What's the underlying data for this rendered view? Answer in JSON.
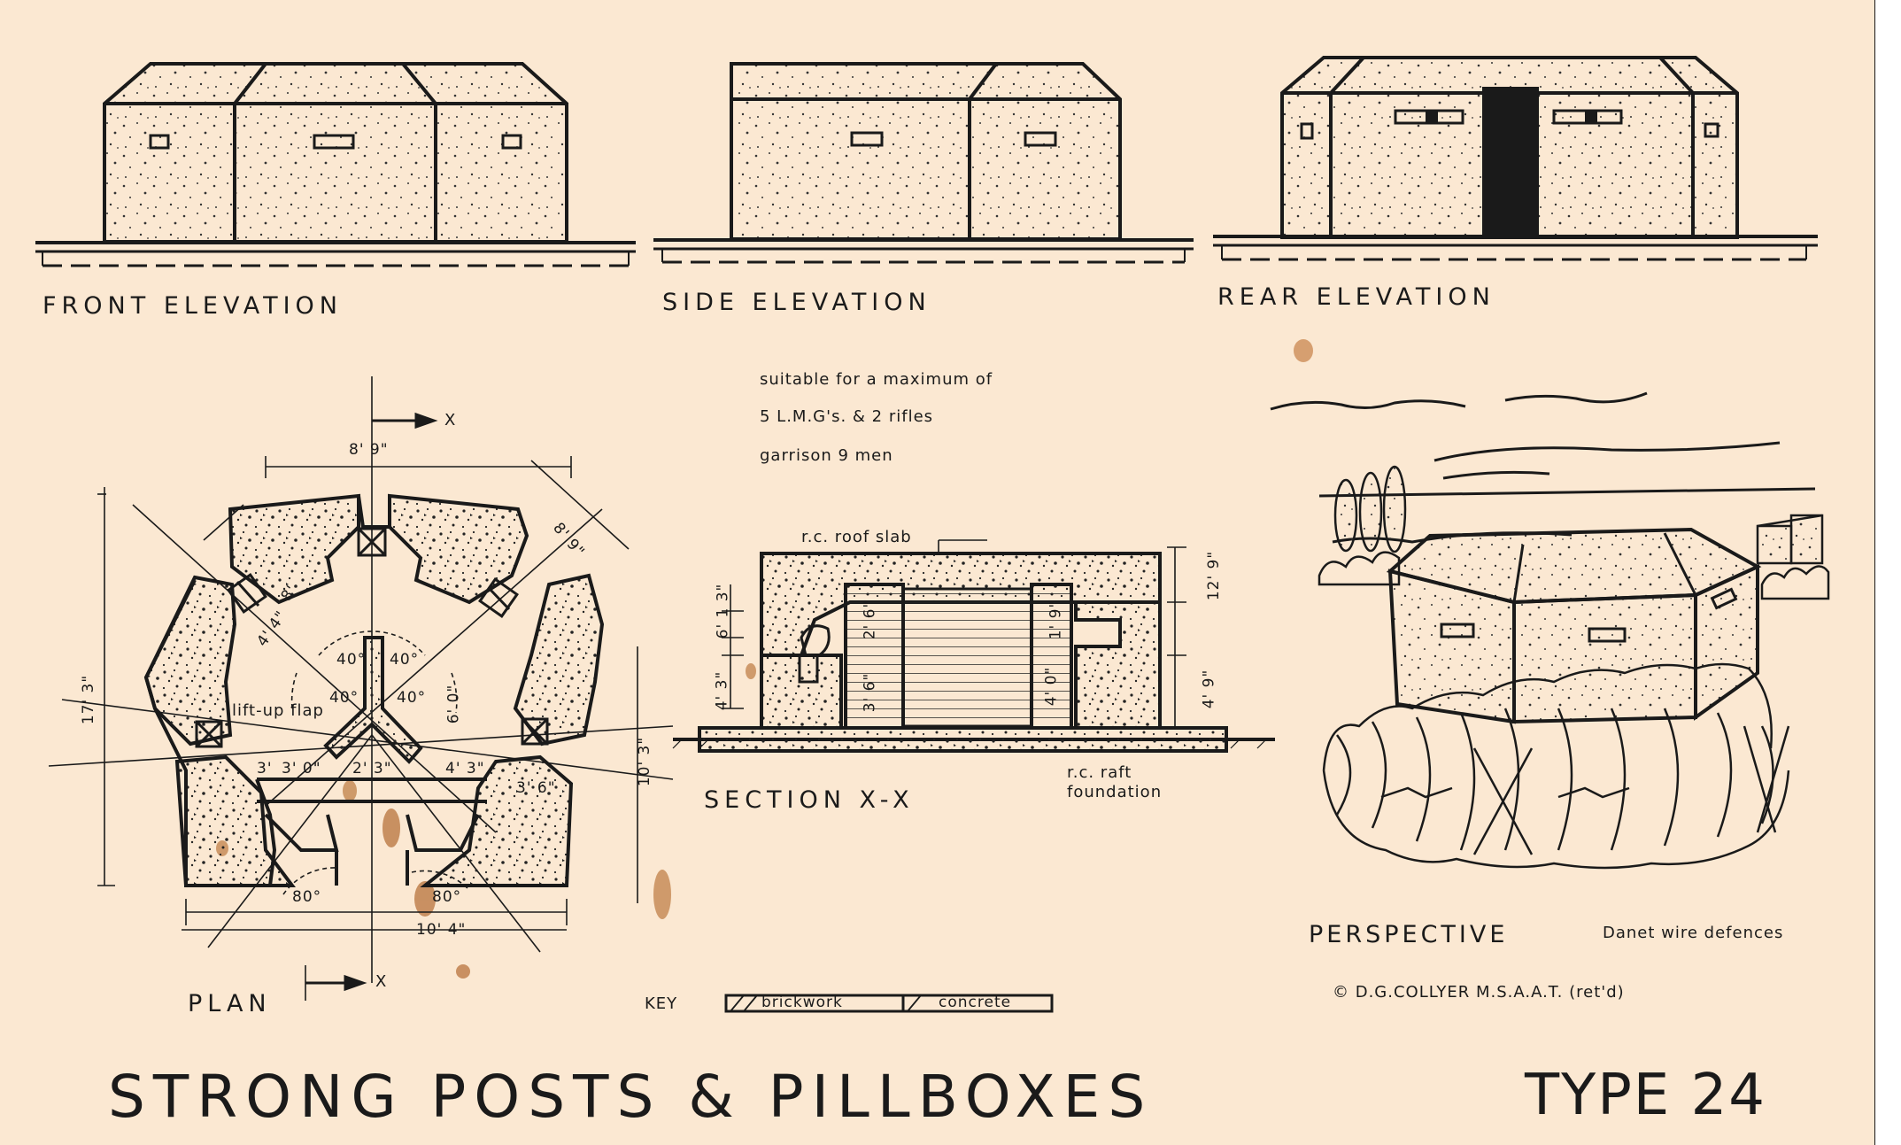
{
  "views": {
    "front": "FRONT ELEVATION",
    "side": "SIDE ELEVATION",
    "rear": "REAR ELEVATION",
    "plan": "PLAN",
    "section": "SECTION X-X",
    "perspective": "PERSPECTIVE"
  },
  "capacity": {
    "line1": "suitable for a maximum of",
    "line2": "5 L.M.G's. & 2 rifles",
    "line3": "garrison 9 men"
  },
  "section_notes": {
    "roof": "r.c. roof slab",
    "raft_1": "r.c. raft",
    "raft_2": "foundation"
  },
  "section_dims": {
    "d1": "6' 1 3\"",
    "d2": "4' 3\"",
    "d3": "12' 9\"",
    "d4": "4' 9\"",
    "d5": "2' 6\"",
    "d6": "3' 6\"",
    "d7": "4' 0\"",
    "d8": "1' 9\""
  },
  "plan_dims": {
    "top_width": "8' 9\"",
    "diag_right": "8' 9\"",
    "height_left": "17' 3\"",
    "height_right": "10' 3\"",
    "bottom_width": "10' 4\"",
    "inner_a": "4' 4\"",
    "inner_b": "8'",
    "angle_1": "40°",
    "angle_2": "40°",
    "angle_3": "40°",
    "angle_4": "40°",
    "center_dim": "6' 0\"",
    "flap": "lift-up flap",
    "w1": "3'",
    "w2": "3' 0\"",
    "w3": "2' 3\"",
    "w4": "4' 3\"",
    "w5": "3' 6\"",
    "angle_entry_1": "80°",
    "angle_entry_2": "80°",
    "section_mark_top": "X",
    "section_mark_bottom": "X"
  },
  "key": {
    "label": "KEY",
    "brick": "brickwork",
    "concrete": "concrete"
  },
  "danet": "Danet wire defences",
  "credit": "© D.G.COLLYER  M.S.A.A.T. (ret'd)",
  "title": "STRONG POSTS & PILLBOXES",
  "type": "TYPE 24",
  "colors": {
    "paper": "#fbe8d2",
    "ink": "#1a1a1a",
    "stain": "#b8733c"
  }
}
